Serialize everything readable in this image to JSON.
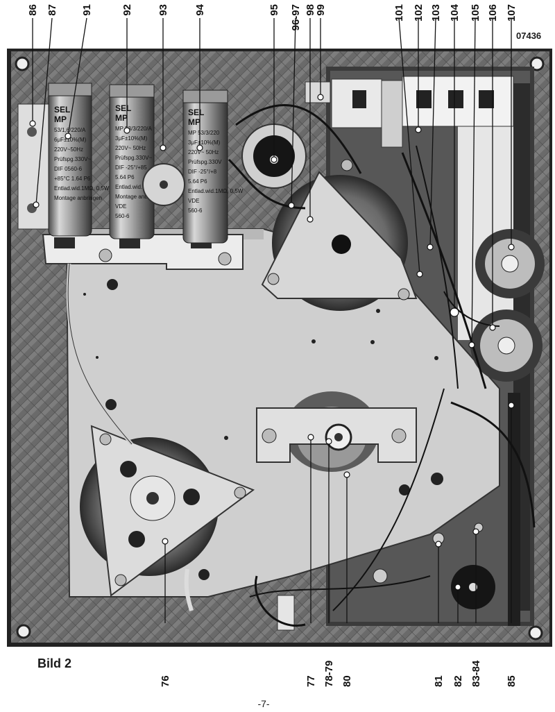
{
  "figure_number": "07436",
  "caption": "Bild 2",
  "page_number": "-7-",
  "top_callouts": [
    "86",
    "87",
    "91",
    "92",
    "93",
    "94",
    "95",
    "96-97",
    "98",
    "99",
    "101",
    "102",
    "103",
    "104",
    "105",
    "106",
    "107"
  ],
  "bottom_callouts": [
    "76",
    "77",
    "78-79",
    "80",
    "81",
    "82",
    "83-84",
    "85"
  ],
  "capacitors": [
    {
      "lines": [
        "SEL",
        "MP",
        "53/1,6/220/A",
        "6μF±10%(M)",
        "220V~50Hz",
        "Prüfspg.330V~",
        "DIF 0560-6",
        "+85°C 1.64 P6",
        "Entlad.wid.1MΩ, 0,5W",
        "Montage anbringen"
      ]
    },
    {
      "lines": [
        "SEL",
        "MP",
        "MP 53/3/220/A",
        "3μF±10%(M)",
        "220V~ 50Hz",
        "Prüfspg.330V~",
        "DIF -25°/+85",
        "5.64 P6",
        "Entlad.wid.1MΩ, 0,5W",
        "Montage anbringen",
        "VDE",
        "560-6"
      ]
    },
    {
      "lines": [
        "SEL",
        "MP",
        "MP 53/3/220",
        "3μF±10%(M)",
        "220V~ 50Hz",
        "Prüfspg.330V",
        "DIF -25°/+8",
        "5.64 P6",
        "Entlad.wid.1MΩ, 0,5W",
        "VDE",
        "560-6"
      ]
    }
  ]
}
